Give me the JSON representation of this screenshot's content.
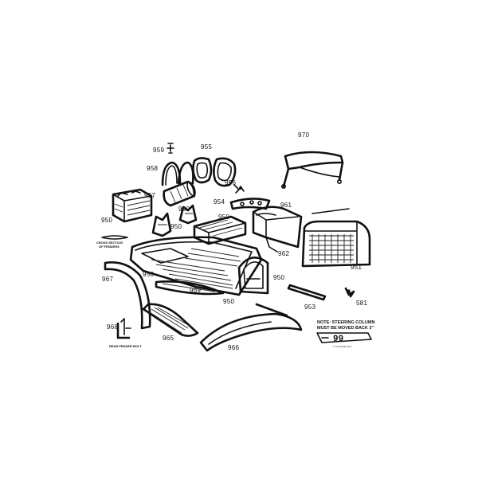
{
  "callouts": {
    "c959": "959",
    "c955": "955",
    "c970": "970",
    "c958": "958",
    "c956": "956",
    "c957": "957",
    "c960": "960",
    "c954": "954",
    "c961": "961",
    "c950a": "950",
    "c950b": "950",
    "c950c": "950",
    "c950d": "950",
    "c950e": "950",
    "c950f": "950",
    "c951": "951",
    "c962": "962",
    "c967": "967",
    "c969": "969",
    "c953": "953",
    "c581": "581",
    "c968": "968",
    "c965": "965",
    "c966": "966"
  },
  "captions": {
    "cross_section_1": "CROSS SECTION",
    "cross_section_2": "OF FENDERS",
    "rear_fender_bolt": "REAR FENDER BOLT",
    "note_1": "NOTE: STEERING COLUMN",
    "note_2": "MUST BE MOVED BACK 3\"",
    "frame_label": "99",
    "frame_sub": "L H FRAME RAIL"
  }
}
